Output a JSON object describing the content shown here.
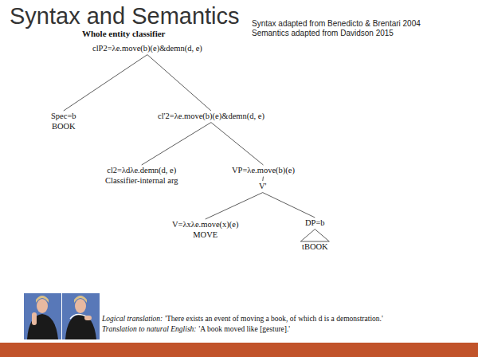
{
  "diagram": {
    "title": "Syntax and Semantics",
    "nodes": [
      {
        "text": [
          "clP2=λe.move(b)(e)&demn(d, e)"
        ]
      },
      {
        "text": [
          "Spec=b",
          "BOOK"
        ]
      },
      {
        "text": [
          "cl'2=λe.move(b)(e)&demn(d, e)"
        ]
      },
      {
        "text": [
          "cl2=λdλe.demn(d, e)",
          "Classifier-internal arg"
        ]
      },
      {
        "text": [
          "VP=λe.move(b)(e)"
        ]
      },
      {
        "text": [
          "V'"
        ]
      },
      {
        "text": [
          "V=λxλe.move(x)(e)",
          "MOVE"
        ]
      },
      {
        "text": [
          "DP=b"
        ]
      },
      {
        "text": [
          "tBOOK"
        ]
      }
    ],
    "edges": [
      {
        "from": 0,
        "to": 1,
        "arrow": "none"
      },
      {
        "from": 0,
        "to": 2,
        "arrow": "none"
      },
      {
        "from": 2,
        "to": 3,
        "arrow": "none"
      },
      {
        "from": 2,
        "to": 4,
        "arrow": "none"
      },
      {
        "from": 4,
        "to": 5,
        "arrow": "none"
      },
      {
        "from": 5,
        "to": 6,
        "arrow": "none"
      },
      {
        "from": 5,
        "to": 7,
        "arrow": "none"
      },
      {
        "from": 7,
        "to": 8,
        "arrow": "none"
      }
    ],
    "labels": [
      "Syntax adapted from Benedicto & Brentari 2004",
      "Semantics adapted from Davidson 2015",
      "Whole entity classifier",
      "Logical translation:",
      "'There exists an event of moving a book, of which d is a demonstration.'",
      "Translation to natural English:",
      "'A book moved like [gesture].'"
    ]
  }
}
